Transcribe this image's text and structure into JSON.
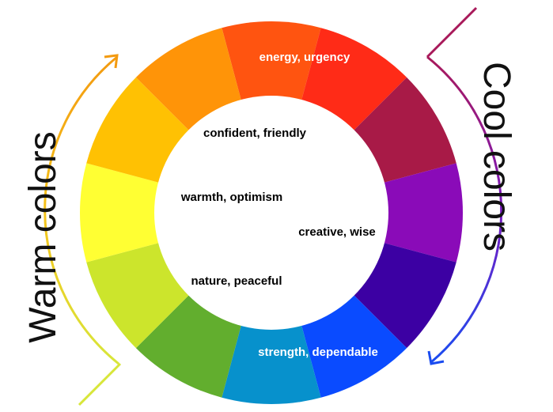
{
  "title_warm": "Warm colors",
  "title_cool": "Cool colors",
  "segments": [
    {
      "name": "red-orange",
      "color": "#FF5410"
    },
    {
      "name": "red",
      "color": "#FF2B17"
    },
    {
      "name": "crimson",
      "color": "#A81A47"
    },
    {
      "name": "purple",
      "color": "#8A0BB8"
    },
    {
      "name": "indigo",
      "color": "#3C00A3"
    },
    {
      "name": "blue",
      "color": "#0A4BFF"
    },
    {
      "name": "cyan-blue",
      "color": "#0791CC"
    },
    {
      "name": "green",
      "color": "#62AE2E"
    },
    {
      "name": "yellow-green",
      "color": "#CCE52C"
    },
    {
      "name": "yellow",
      "color": "#FFFF33"
    },
    {
      "name": "yellow-orange",
      "color": "#FFC103"
    },
    {
      "name": "orange",
      "color": "#FF9408"
    }
  ],
  "labels": {
    "energy": "energy, urgency",
    "confident": "confident, friendly",
    "warmth": "warmth, optimism",
    "creative": "creative, wise",
    "nature": "nature, peaceful",
    "strength": "strength, dependable"
  }
}
